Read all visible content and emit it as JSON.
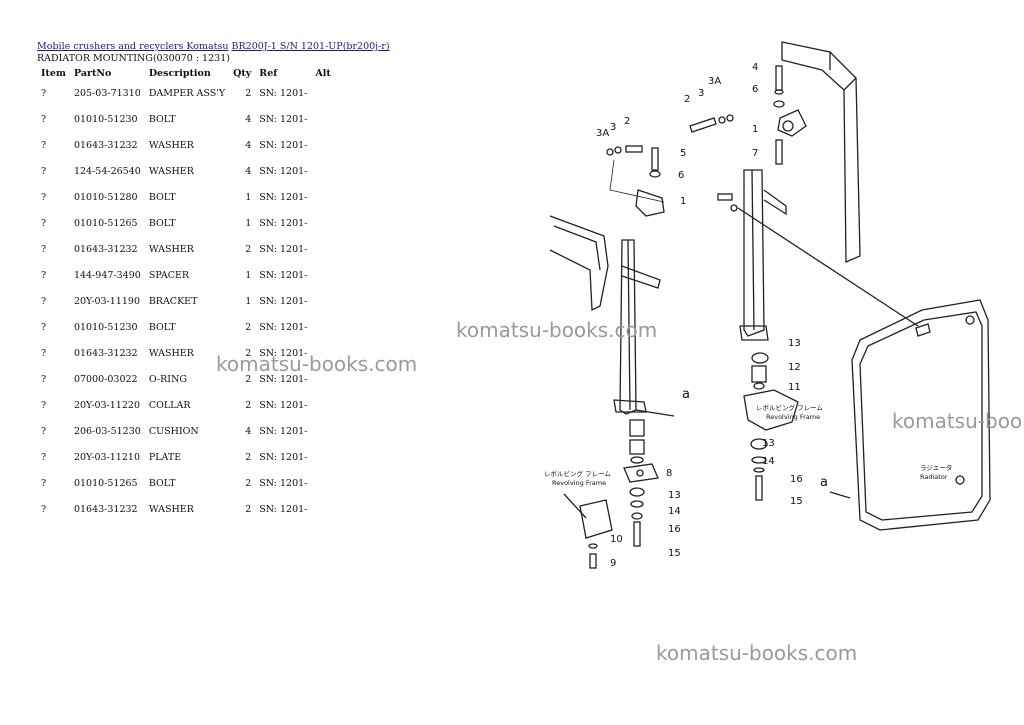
{
  "breadcrumb": {
    "link1": "Mobile crushers and recyclers Komatsu",
    "link2": "BR200J-1 S/N 1201-UP(br200j-r)"
  },
  "subtitle": "RADIATOR MOUNTING(030070 : 1231)",
  "table": {
    "headers": {
      "item": "Item",
      "partno": "PartNo",
      "description": "Description",
      "qty": "Qty",
      "ref": "Ref",
      "alt": "Alt"
    },
    "rows": [
      {
        "item": "?",
        "partno": "205-03-71310",
        "description": "DAMPER ASS'Y",
        "qty": "2",
        "ref": "SN: 1201-"
      },
      {
        "item": "?",
        "partno": "01010-51230",
        "description": "BOLT",
        "qty": "4",
        "ref": "SN: 1201-"
      },
      {
        "item": "?",
        "partno": "01643-31232",
        "description": "WASHER",
        "qty": "4",
        "ref": "SN: 1201-"
      },
      {
        "item": "?",
        "partno": "124-54-26540",
        "description": "WASHER",
        "qty": "4",
        "ref": "SN: 1201-"
      },
      {
        "item": "?",
        "partno": "01010-51280",
        "description": "BOLT",
        "qty": "1",
        "ref": "SN: 1201-"
      },
      {
        "item": "?",
        "partno": "01010-51265",
        "description": "BOLT",
        "qty": "1",
        "ref": "SN: 1201-"
      },
      {
        "item": "?",
        "partno": "01643-31232",
        "description": "WASHER",
        "qty": "2",
        "ref": "SN: 1201-"
      },
      {
        "item": "?",
        "partno": "144-947-3490",
        "description": "SPACER",
        "qty": "1",
        "ref": "SN: 1201-"
      },
      {
        "item": "?",
        "partno": "20Y-03-11190",
        "description": "BRACKET",
        "qty": "1",
        "ref": "SN: 1201-"
      },
      {
        "item": "?",
        "partno": "01010-51230",
        "description": "BOLT",
        "qty": "2",
        "ref": "SN: 1201-"
      },
      {
        "item": "?",
        "partno": "01643-31232",
        "description": "WASHER",
        "qty": "2",
        "ref": "SN: 1201-"
      },
      {
        "item": "?",
        "partno": "07000-03022",
        "description": "O-RING",
        "qty": "2",
        "ref": "SN: 1201-"
      },
      {
        "item": "?",
        "partno": "20Y-03-11220",
        "description": "COLLAR",
        "qty": "2",
        "ref": "SN: 1201-"
      },
      {
        "item": "?",
        "partno": "206-03-51230",
        "description": "CUSHION",
        "qty": "4",
        "ref": "SN: 1201-"
      },
      {
        "item": "?",
        "partno": "20Y-03-11210",
        "description": "PLATE",
        "qty": "2",
        "ref": "SN: 1201-"
      },
      {
        "item": "?",
        "partno": "01010-51265",
        "description": "BOLT",
        "qty": "2",
        "ref": "SN: 1201-"
      },
      {
        "item": "?",
        "partno": "01643-31232",
        "description": "WASHER",
        "qty": "2",
        "ref": "SN: 1201-"
      }
    ]
  },
  "diagram": {
    "callouts": [
      "4",
      "6",
      "3A",
      "3",
      "2",
      "1",
      "7",
      "5",
      "6",
      "1",
      "3A",
      "3",
      "2",
      "13",
      "12",
      "11",
      "13",
      "14",
      "16",
      "15",
      "8",
      "13",
      "14",
      "16",
      "15",
      "10",
      "9",
      "a",
      "a"
    ],
    "label_revolving_jp": "レボルビング フレーム",
    "label_revolving_en": "Revolving Frame",
    "label_radiator_jp": "ラジエータ",
    "label_radiator_en": "Radiator"
  },
  "watermark": "komatsu-books.com"
}
